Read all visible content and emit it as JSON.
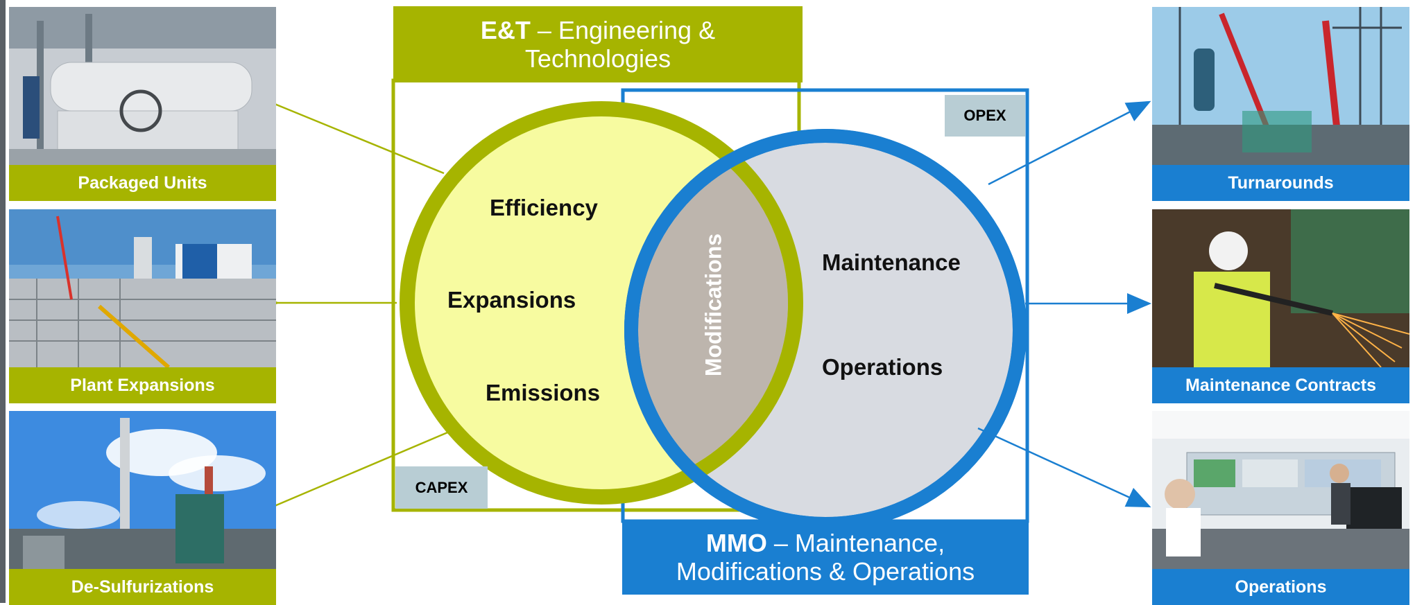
{
  "left_cards": [
    {
      "caption": "Packaged Units"
    },
    {
      "caption": "Plant Expansions"
    },
    {
      "caption": "De-Sulfurizations"
    }
  ],
  "right_cards": [
    {
      "caption": "Turnarounds"
    },
    {
      "caption": "Maintenance Contracts"
    },
    {
      "caption": "Operations"
    }
  ],
  "et_box": {
    "abbr": "E&T",
    "rest_line1": " – Engineering &",
    "line2": "Technologies",
    "tag": "CAPEX"
  },
  "mmo_box": {
    "abbr": "MMO",
    "rest_line1": " – Maintenance,",
    "line2": "Modifications & Operations",
    "tag": "OPEX"
  },
  "left_circle_items": [
    "Efficiency",
    "Expansions",
    "Emissions"
  ],
  "right_circle_items": [
    "Maintenance",
    "Operations"
  ],
  "overlap_label": "Modifications",
  "colors": {
    "green": "#a6b400",
    "light_yellow": "#f7fba0",
    "blue": "#1a7fd1",
    "grey_fill": "#d8dbe1",
    "overlap": "#bdb5ad"
  }
}
